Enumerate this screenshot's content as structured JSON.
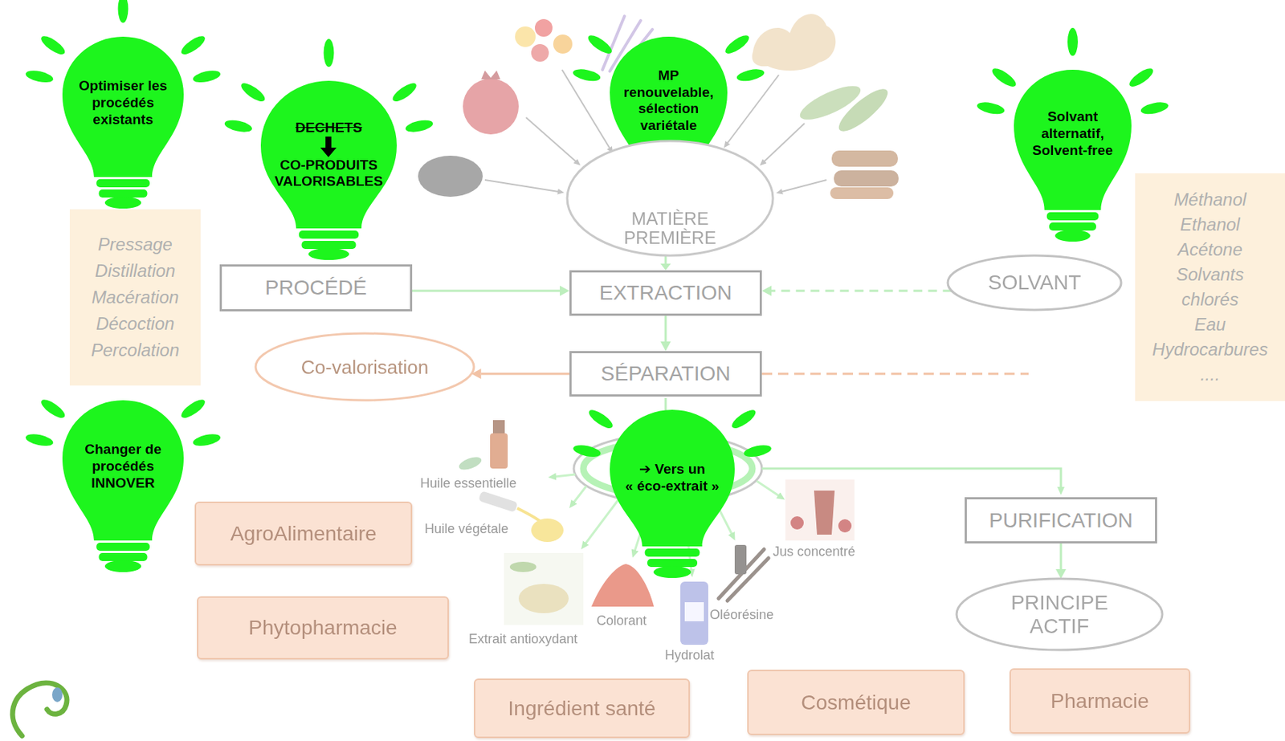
{
  "diagram": {
    "nodes": [
      {
        "text": [
          "Optimiser les procédés existants"
        ]
      },
      {
        "text": [
          "DECHETS",
          "CO-PRODUITS VALORISABLES"
        ]
      },
      {
        "text": [
          "MP renouvelable, sélection variétale"
        ]
      },
      {
        "text": [
          "MATIÈRE PREMIÈRE"
        ]
      },
      {
        "text": [
          "Solvant alternatif, Solvent-free"
        ]
      },
      {
        "text": [
          "Pressage",
          "Distillation",
          "Macération",
          "Décoction",
          "Percolation"
        ]
      },
      {
        "text": [
          "PROCÉDÉ"
        ]
      },
      {
        "text": [
          "EXTRACTION"
        ]
      },
      {
        "text": [
          "SOLVANT"
        ]
      },
      {
        "text": [
          "Méthanol",
          "Ethanol",
          "Acétone",
          "Solvants chlorés",
          "Eau",
          "Hydrocarbures",
          "...."
        ]
      },
      {
        "text": [
          "Changer de procédés INNOVER"
        ]
      },
      {
        "text": [
          "Co-valorisation"
        ]
      },
      {
        "text": [
          "SÉPARATION"
        ]
      },
      {
        "text": [
          "➔ Vers un « éco-extrait »"
        ]
      },
      {
        "text": [
          "PURIFICATION"
        ]
      },
      {
        "text": [
          "AgroAlimentaire"
        ]
      },
      {
        "text": [
          "PRINCIPE ACTIF"
        ]
      },
      {
        "text": [
          "Phytopharmacie"
        ]
      },
      {
        "text": [
          "Ingrédient santé"
        ]
      },
      {
        "text": [
          "Cosmétique"
        ]
      },
      {
        "text": [
          "Pharmacie"
        ]
      }
    ],
    "edges": [
      {
        "from": 3,
        "to": 7,
        "arrow": "to"
      },
      {
        "from": 6,
        "to": 7,
        "arrow": "to"
      },
      {
        "from": 8,
        "to": 7,
        "arrow": "to"
      },
      {
        "from": 7,
        "to": 12,
        "arrow": "to"
      },
      {
        "from": 12,
        "to": 11,
        "arrow": "to"
      },
      {
        "from": 14,
        "to": 16,
        "arrow": "to"
      }
    ],
    "labels": [
      "Huile essentielle",
      "Huile végétale",
      "Extrait antioxydant",
      "Colorant",
      "Hydrolat",
      "Oléorésine",
      "Jus concentré"
    ]
  }
}
